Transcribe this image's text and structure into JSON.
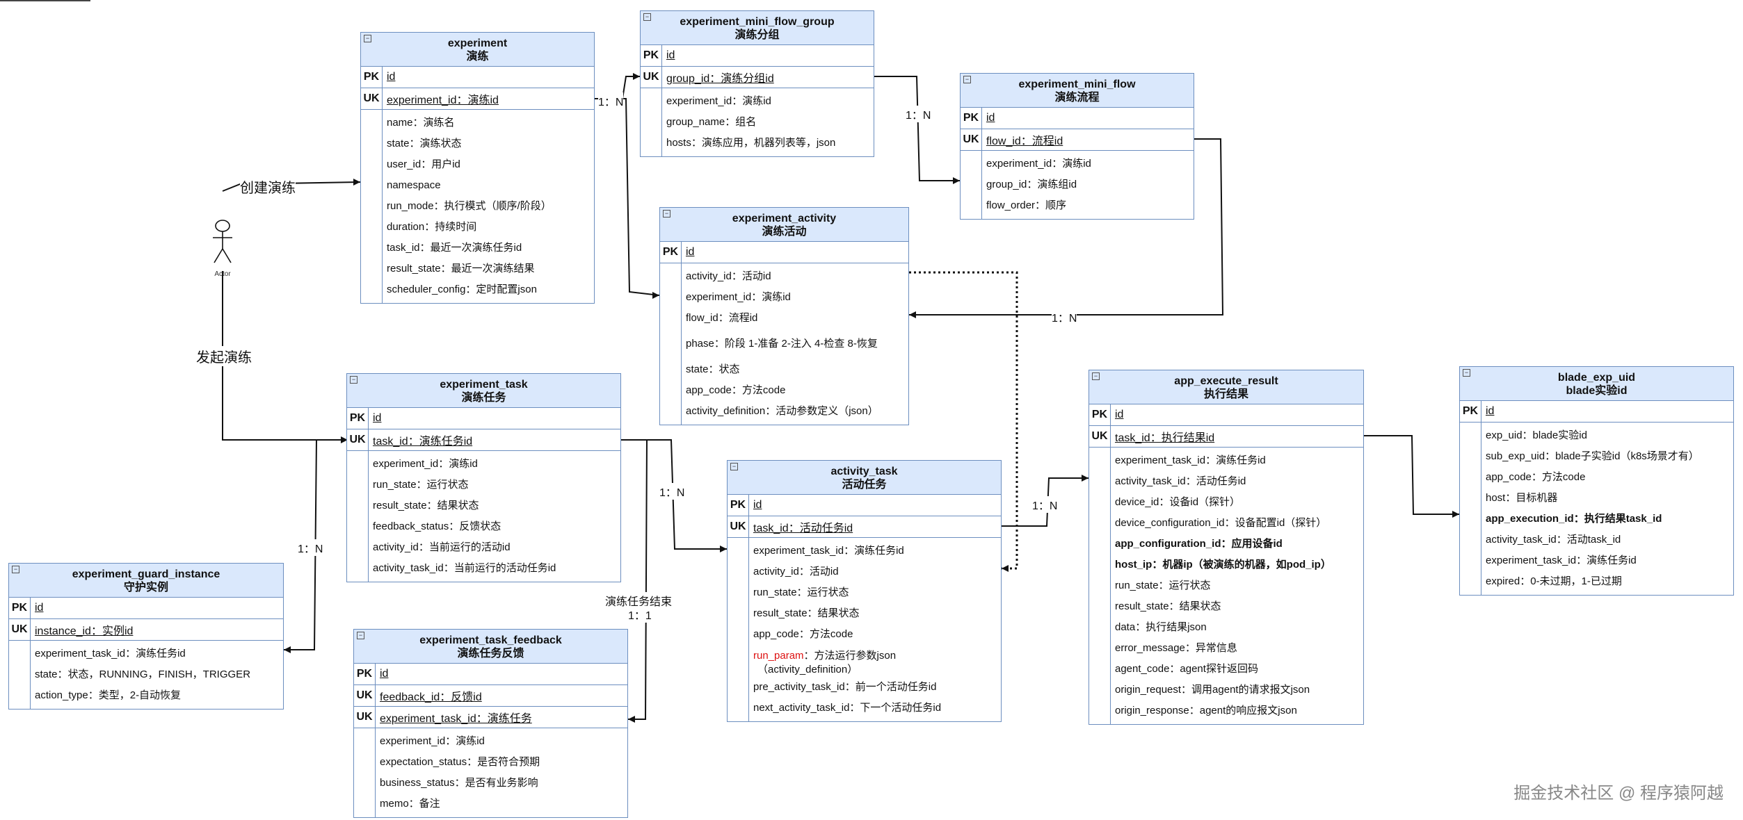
{
  "entities": {
    "experiment": {
      "title": "experiment",
      "subtitle": "演练",
      "keys": [
        {
          "k": "PK",
          "f": "id"
        },
        {
          "k": "UK",
          "f": "experiment_id：演练id"
        }
      ],
      "attrs": [
        "name：演练名",
        "state：演练状态",
        "user_id：用户id",
        "namespace",
        "run_mode：执行模式（顺序/阶段）",
        "duration：持续时间",
        "task_id：最近一次演练任务id",
        "result_state：最近一次演练结果",
        "scheduler_config：定时配置json"
      ]
    },
    "mini_flow_group": {
      "title": "experiment_mini_flow_group",
      "subtitle": "演练分组",
      "keys": [
        {
          "k": "PK",
          "f": "id"
        },
        {
          "k": "UK",
          "f": "group_id：演练分组id"
        }
      ],
      "attrs": [
        "experiment_id：演练id",
        "group_name：组名",
        "hosts：演练应用，机器列表等，json"
      ]
    },
    "mini_flow": {
      "title": "experiment_mini_flow",
      "subtitle": "演练流程",
      "keys": [
        {
          "k": "PK",
          "f": "id"
        },
        {
          "k": "UK",
          "f": "flow_id：流程id"
        }
      ],
      "attrs": [
        "experiment_id：演练id",
        "group_id：演练组id",
        "flow_order：顺序"
      ]
    },
    "activity": {
      "title": "experiment_activity",
      "subtitle": "演练活动",
      "keys": [
        {
          "k": "PK",
          "f": "id"
        }
      ],
      "attrs": [
        "activity_id：活动id",
        "experiment_id：演练id",
        "flow_id：流程id",
        "phase：阶段 1-准备 2-注入 4-检查 8-恢复",
        "state：状态",
        "app_code：方法code",
        "activity_definition：活动参数定义（json）"
      ]
    },
    "task": {
      "title": "experiment_task",
      "subtitle": "演练任务",
      "keys": [
        {
          "k": "PK",
          "f": "id"
        },
        {
          "k": "UK",
          "f": "task_id：演练任务id"
        }
      ],
      "attrs": [
        "experiment_id：演练id",
        "run_state：运行状态",
        "result_state：结果状态",
        "feedback_status：反馈状态",
        "activity_id：当前运行的活动id",
        "activity_task_id：当前运行的活动任务id"
      ]
    },
    "guard": {
      "title": "experiment_guard_instance",
      "subtitle": "守护实例",
      "keys": [
        {
          "k": "PK",
          "f": "id"
        },
        {
          "k": "UK",
          "f": "instance_id：实例id"
        }
      ],
      "attrs": [
        "experiment_task_id：演练任务id",
        "state：状态，RUNNING，FINISH，TRIGGER",
        "action_type：类型，2-自动恢复"
      ]
    },
    "feedback": {
      "title": "experiment_task_feedback",
      "subtitle": "演练任务反馈",
      "keys": [
        {
          "k": "PK",
          "f": "id"
        },
        {
          "k": "UK",
          "f": "feedback_id：反馈id"
        },
        {
          "k": "UK",
          "f": "experiment_task_id：演练任务"
        }
      ],
      "attrs": [
        "experiment_id：演练id",
        "expectation_status：是否符合预期",
        "business_status：是否有业务影响",
        "memo：备注"
      ]
    },
    "activity_task": {
      "title": "activity_task",
      "subtitle": "活动任务",
      "keys": [
        {
          "k": "PK",
          "f": "id"
        },
        {
          "k": "UK",
          "f": "task_id：活动任务id"
        }
      ],
      "attrs": [
        "experiment_task_id：演练任务id",
        "activity_id：活动id",
        "run_state：运行状态",
        "result_state：结果状态",
        "app_code：方法code",
        "run_param：方法运行参数json",
        "（activity_definition）",
        "pre_activity_task_id：前一个活动任务id",
        "next_activity_task_id：下一个活动任务id"
      ]
    },
    "execute_result": {
      "title": "app_execute_result",
      "subtitle": "执行结果",
      "keys": [
        {
          "k": "PK",
          "f": "id"
        },
        {
          "k": "UK",
          "f": "task_id：执行结果id"
        }
      ],
      "attrs": [
        "experiment_task_id：演练任务id",
        "activity_task_id：活动任务id",
        "device_id：设备id（探针）",
        "device_configuration_id：设备配置id（探针）",
        "app_configuration_id：应用设备id",
        "host_ip：机器ip（被演练的机器，如pod_ip）",
        "run_state：运行状态",
        "result_state：结果状态",
        "data：执行结果json",
        "error_message：异常信息",
        "agent_code：agent探针返回码",
        "origin_request：调用agent的请求报文json",
        "origin_response：agent的响应报文json"
      ]
    },
    "blade": {
      "title": "blade_exp_uid",
      "subtitle": "blade实验id",
      "keys": [
        {
          "k": "PK",
          "f": "id"
        }
      ],
      "attrs": [
        "exp_uid：blade实验id",
        "sub_exp_uid：blade子实验id（k8s场景才有）",
        "app_code：方法code",
        "host：目标机器",
        "app_execution_id：执行结果task_id",
        "activity_task_id：活动task_id",
        "experiment_task_id：演练任务id",
        "expired：0-未过期，1-已过期"
      ]
    }
  },
  "labels": {
    "create": "创建演练",
    "start": "发起演练",
    "actor": "Actor",
    "r_exp_group": "1：N",
    "r_group_flow": "1：N",
    "r_flow_activity": "1：N",
    "r_task_guard": "1：N",
    "r_task_at": "1：N",
    "r_at_result": "1：N",
    "task_end": "演练任务结束",
    "one_one": "1：1"
  },
  "watermark": "掘金技术社区 @ 程序猿阿越"
}
